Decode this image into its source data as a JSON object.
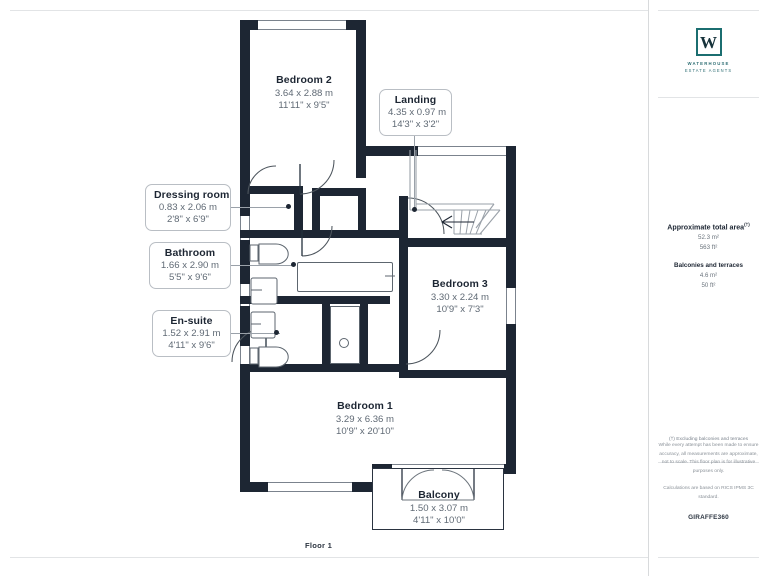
{
  "plan": {
    "floor_caption": "Floor 1",
    "rooms": [
      {
        "id": "bedroom2",
        "name": "Bedroom 2",
        "metric": "3.64 x 2.88 m",
        "imperial": "11'11\" x 9'5\""
      },
      {
        "id": "landing",
        "name": "Landing",
        "metric": "4.35 x 0.97 m",
        "imperial": "14'3\" x 3'2\""
      },
      {
        "id": "dressing",
        "name": "Dressing room",
        "metric": "0.83 x 2.06 m",
        "imperial": "2'8\" x 6'9\""
      },
      {
        "id": "bathroom",
        "name": "Bathroom",
        "metric": "1.66 x 2.90 m",
        "imperial": "5'5\" x 9'6\""
      },
      {
        "id": "ensuite",
        "name": "En-suite",
        "metric": "1.52 x 2.91 m",
        "imperial": "4'11\" x 9'6\""
      },
      {
        "id": "bedroom3",
        "name": "Bedroom 3",
        "metric": "3.30 x 2.24 m",
        "imperial": "10'9\" x 7'3\""
      },
      {
        "id": "bedroom1",
        "name": "Bedroom 1",
        "metric": "3.29 x 6.36 m",
        "imperial": "10'9\" x 20'10\""
      },
      {
        "id": "balcony",
        "name": "Balcony",
        "metric": "1.50 x 3.07 m",
        "imperial": "4'11\" x 10'0\""
      }
    ]
  },
  "sidebar": {
    "logo": {
      "letter": "W",
      "name": "WATERHOUSE",
      "subtitle": "ESTATE AGENTS",
      "color": "#1b6e70"
    },
    "area": {
      "title": "Approximate total area",
      "title_marker": "(†)",
      "metric": "52.3 m²",
      "imperial": "563 ft²",
      "sub_title": "Balconies and terraces",
      "sub_metric": "4.6 m²",
      "sub_imperial": "50 ft²"
    },
    "footer": {
      "note": "(†) Excluding balconies and terraces",
      "disclaimer": "While every attempt has been made to ensure accuracy, all measurements are approximate, not to scale. This floor plan is for illustrative purposes only.",
      "calculations": "Calculations are based on RICS IPMS 3C standard.",
      "brand_prefix": "GIRAFFE",
      "brand_suffix": "360"
    }
  },
  "colors": {
    "wall": "#1d2633",
    "label_text": "#1d2633",
    "dim_text": "#606a75",
    "brand_teal": "#1b6e70"
  }
}
